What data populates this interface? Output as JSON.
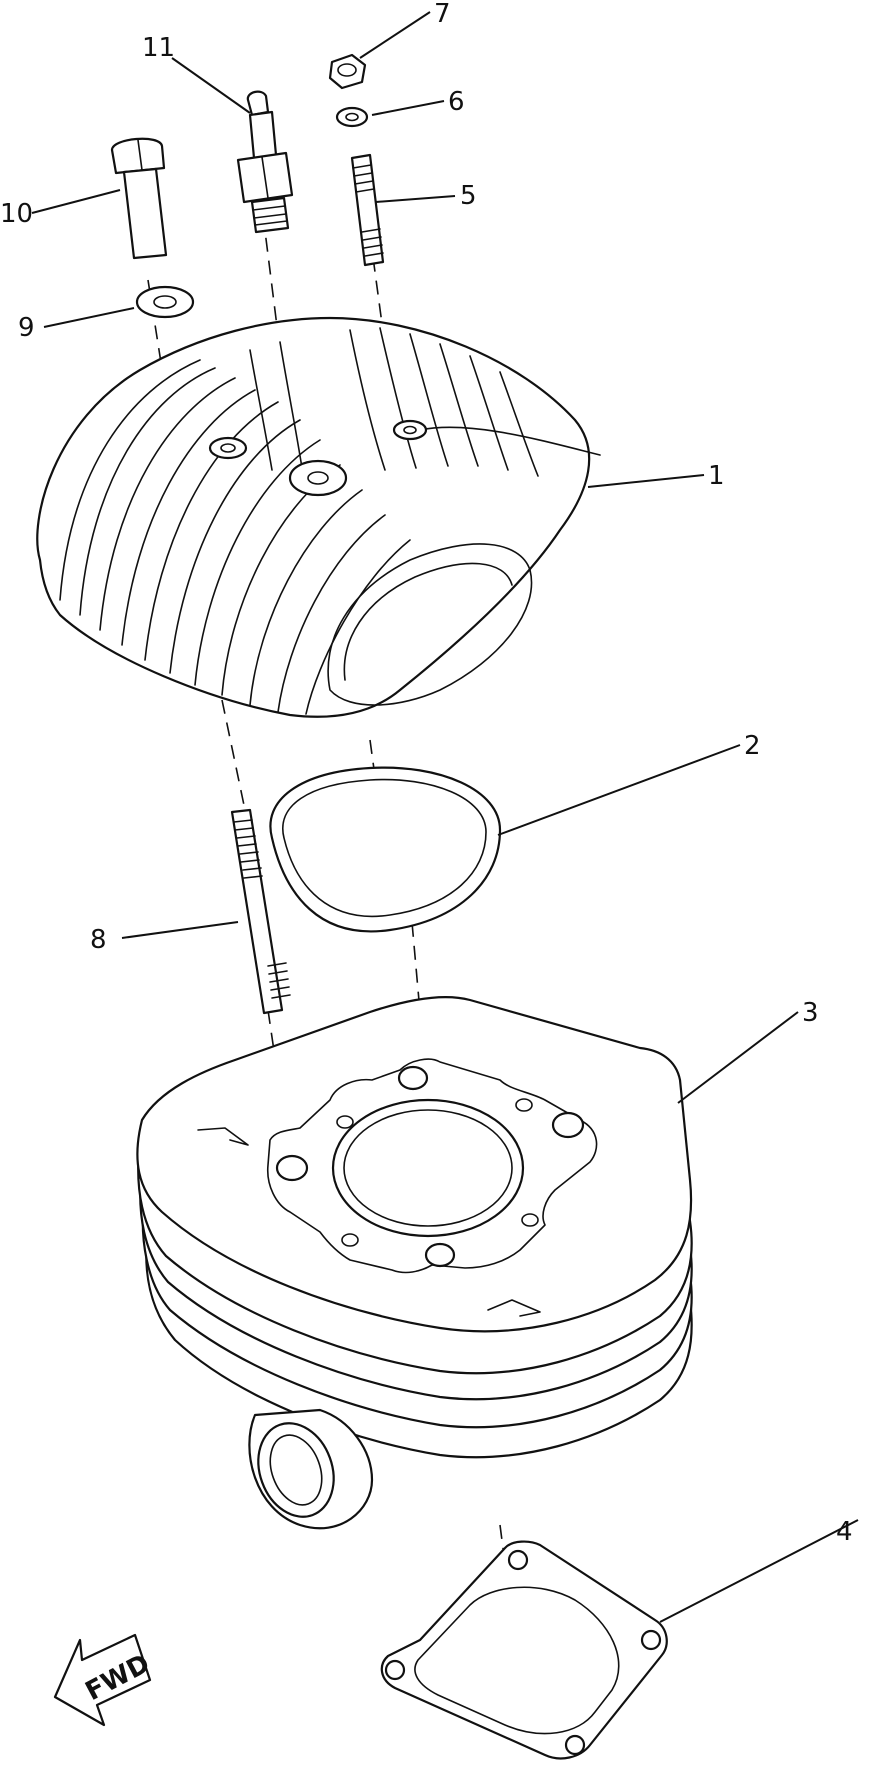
{
  "diagram": {
    "callouts": [
      {
        "id": "c1",
        "label": "1"
      },
      {
        "id": "c2",
        "label": "2"
      },
      {
        "id": "c3",
        "label": "3"
      },
      {
        "id": "c4",
        "label": "4"
      },
      {
        "id": "c5",
        "label": "5"
      },
      {
        "id": "c6",
        "label": "6"
      },
      {
        "id": "c7",
        "label": "7"
      },
      {
        "id": "c8",
        "label": "8"
      },
      {
        "id": "c9",
        "label": "9"
      },
      {
        "id": "c10",
        "label": "10"
      },
      {
        "id": "c11",
        "label": "11"
      }
    ],
    "fwd_label": "FWD"
  }
}
